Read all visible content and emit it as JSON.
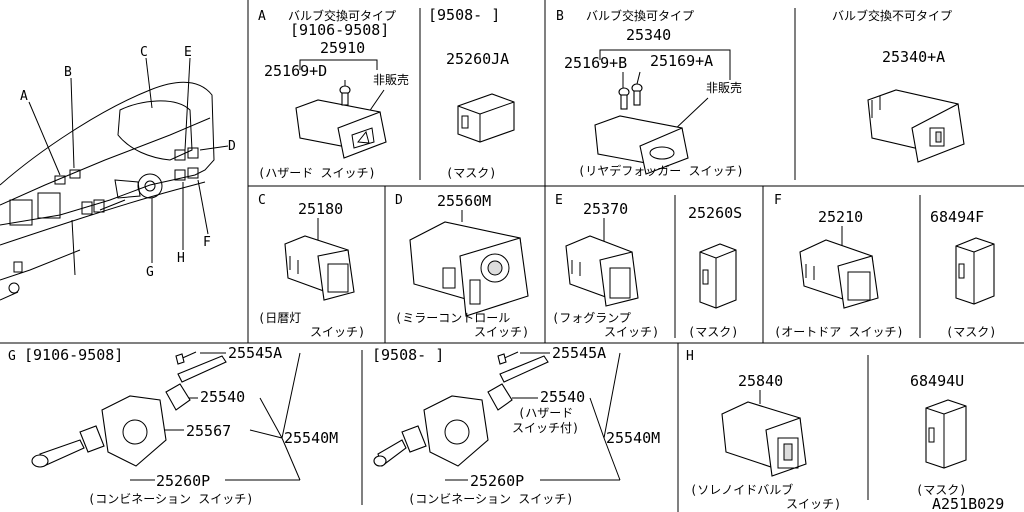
{
  "panels": {
    "A": {
      "letter": "A",
      "title": "バルブ交換可タイプ",
      "date_range": "[9106-9508]",
      "pn_assembly": "25910",
      "pn_bulb": "25169+D",
      "not_sold": "非販売",
      "caption": "(ハザード スイッチ)"
    },
    "A2": {
      "date_range": "[9508-   ]",
      "pn": "25260JA",
      "caption": "(マスク)"
    },
    "B": {
      "letter": "B",
      "title": "バルブ交換可タイプ",
      "pn_assembly": "25340",
      "pn_bulb1": "25169+B",
      "pn_bulb2": "25169+A",
      "not_sold": "非販売",
      "caption": "(リヤデフォッガー スイッチ)"
    },
    "B2": {
      "title": "バルブ交換不可タイプ",
      "pn": "25340+A"
    },
    "C": {
      "letter": "C",
      "pn": "25180",
      "caption1": "(日暦灯",
      "caption2": "スイッチ)"
    },
    "D": {
      "letter": "D",
      "pn": "25560M",
      "caption1": "(ミラーコントロール",
      "caption2": "スイッチ)"
    },
    "E": {
      "letter": "E",
      "pn": "25370",
      "caption1": "(フォグランプ",
      "caption2": "スイッチ)"
    },
    "E2": {
      "pn": "25260S",
      "caption": "(マスク)"
    },
    "F": {
      "letter": "F",
      "pn": "25210",
      "caption": "(オートドア スイッチ)"
    },
    "F2": {
      "pn": "68494F",
      "caption": "(マスク)"
    },
    "G": {
      "letter": "G",
      "date_range": "[9106-9508]",
      "pn_screw": "25545A",
      "pn_switch": "25540",
      "pn_body": "25567",
      "pn_assembly": "25540M",
      "pn_mask": "25260P",
      "caption": "(コンビネーション スイッチ)"
    },
    "G2": {
      "date_range": "[9508-   ]",
      "pn_screw": "25545A",
      "pn_switch": "25540",
      "note1": "(ハザード",
      "note2": "スイッチ付)",
      "pn_assembly": "25540M",
      "pn_mask": "25260P",
      "caption": "(コンビネーション スイッチ)"
    },
    "H": {
      "letter": "H",
      "pn": "25840",
      "caption1": "(ソレノイドバルブ",
      "caption2": "スイッチ)"
    },
    "H2": {
      "pn": "68494U",
      "caption": "(マスク)"
    }
  },
  "overview": {
    "callouts": [
      "A",
      "B",
      "C",
      "E",
      "D",
      "G",
      "H",
      "F"
    ]
  },
  "figure_id": "A251B029"
}
